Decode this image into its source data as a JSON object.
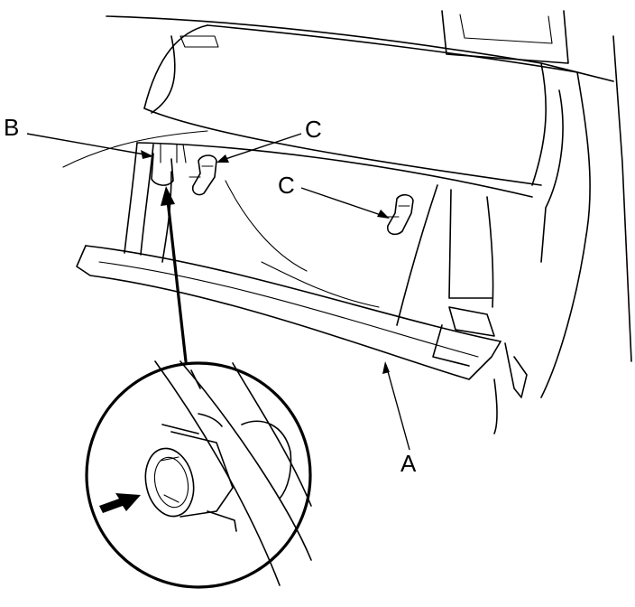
{
  "labels": {
    "a": "A",
    "b": "B",
    "c_upper": "C",
    "c_lower": "C"
  }
}
